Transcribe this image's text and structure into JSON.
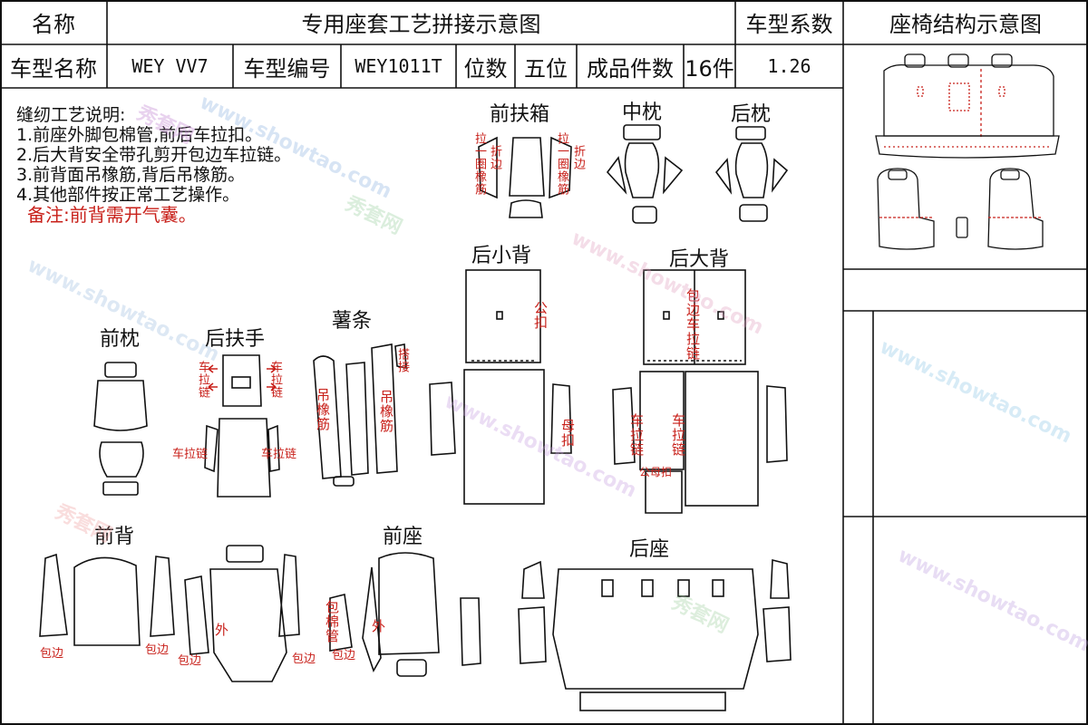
{
  "header": {
    "name_label": "名称",
    "title": "专用座套工艺拼接示意图",
    "coef_label": "车型系数",
    "structure_label": "座椅结构示意图"
  },
  "info": {
    "model_name_label": "车型名称",
    "model_name": "WEY VV7",
    "model_code_label": "车型编号",
    "model_code": "WEY1011T",
    "seats_label": "位数",
    "seats": "五位",
    "pieces_label": "成品件数",
    "pieces": "16件",
    "coefficient": "1.26"
  },
  "notes": {
    "heading": "缝纫工艺说明:",
    "items": [
      "1.前座外脚包棉管,前后车拉扣。",
      "2.后大背安全带孔剪开包边车拉链。",
      "3.前背面吊橡筋,背后吊橡筋。",
      "4.其他部件按正常工艺操作。"
    ],
    "remark": "备注:前背需开气囊。"
  },
  "parts": {
    "front_armrest_box": "前扶箱",
    "center_headrest": "中枕",
    "rear_headrest": "后枕",
    "rear_small_back": "后小背",
    "rear_large_back": "后大背",
    "front_headrest": "前枕",
    "rear_armrest": "后扶手",
    "strip": "薯条",
    "front_back": "前背",
    "front_seat": "前座",
    "rear_seat": "后座"
  },
  "annotations": {
    "pull_loop_elastic": "拉一圈橡筋",
    "fold_edge": "折边",
    "male_buckle": "公扣",
    "female_buckle": "母扣",
    "binding_zipper": "包边车拉链",
    "zipper": "车拉链",
    "hanging_elastic": "吊橡筋",
    "joint": "搭接",
    "binding": "包边",
    "outer": "外",
    "cotton_tube": "包棉管",
    "male_female_buckle": "公母扣"
  },
  "watermark": {
    "brand": "秀套网",
    "url": "www.showtao.com"
  }
}
